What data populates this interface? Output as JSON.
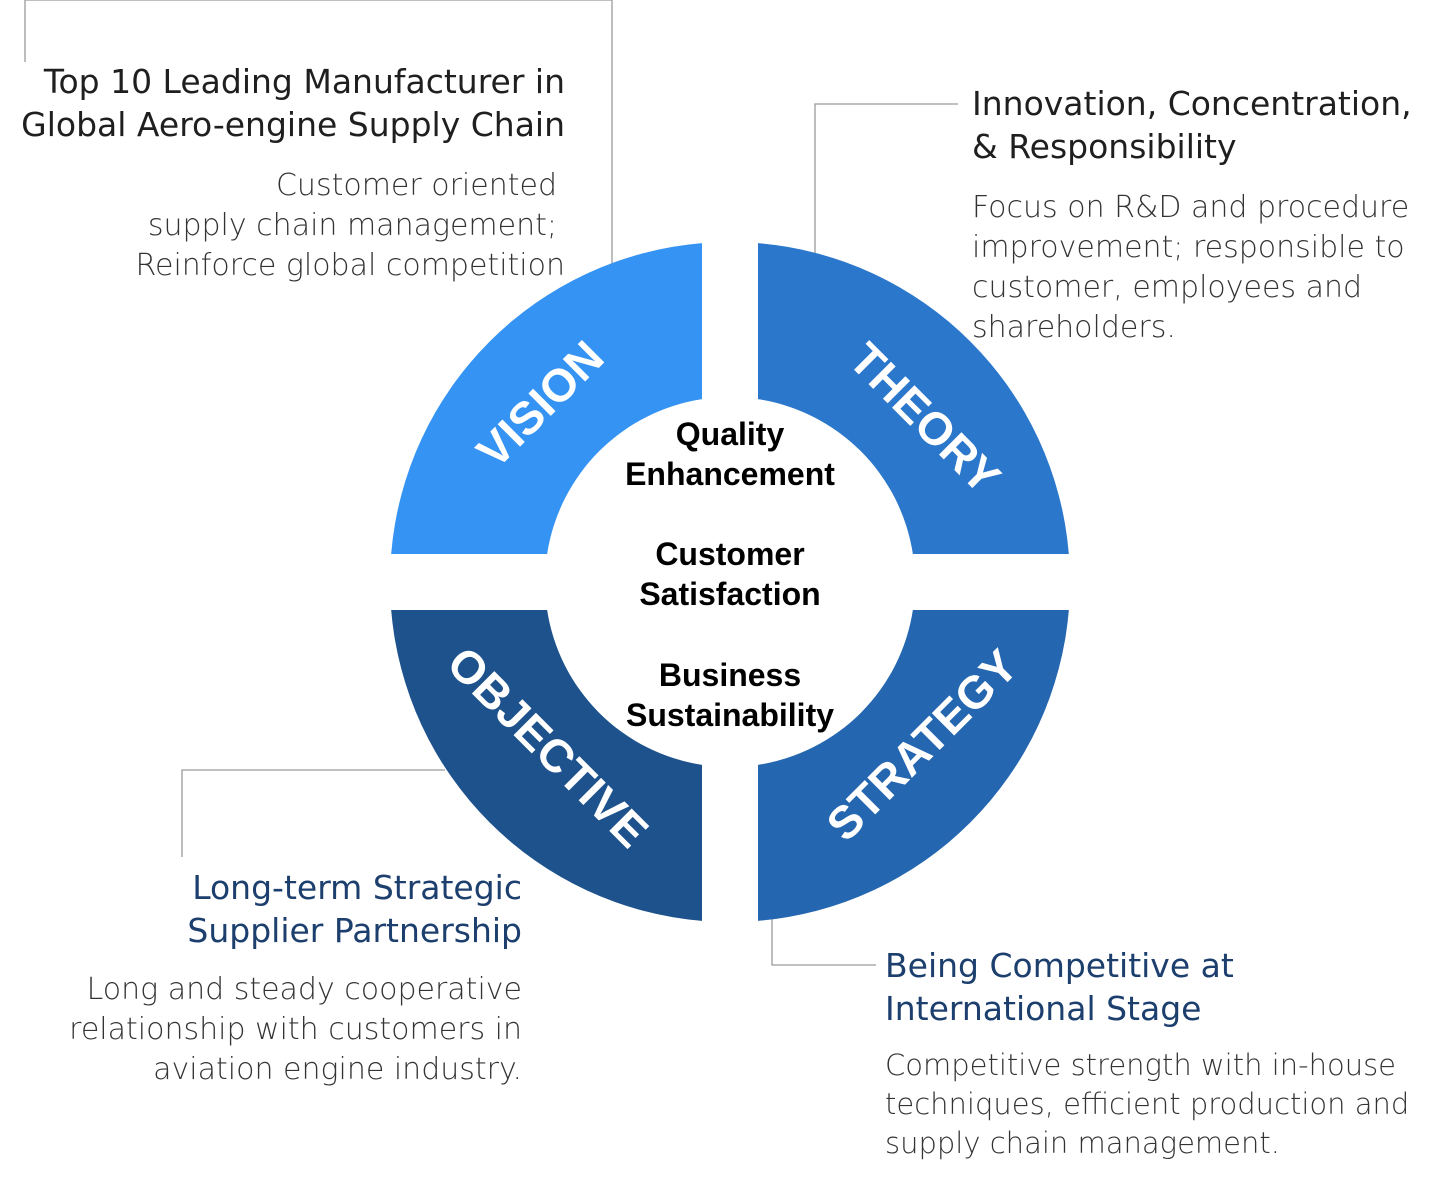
{
  "colors": {
    "vision": "#3593F3",
    "theory": "#2B77CC",
    "strategy": "#2466B0",
    "objective": "#1D528C",
    "connector": "#9a9a9a"
  },
  "segments": {
    "vision": "VISION",
    "theory": "THEORY",
    "strategy": "STRATEGY",
    "objective": "OBJECTIVE"
  },
  "center": {
    "items": [
      [
        "Quality",
        "Enhancement"
      ],
      [
        "Customer",
        "Satisfaction"
      ],
      [
        "Business",
        "Sustainability"
      ]
    ]
  },
  "blocks": {
    "vision": {
      "title": [
        "Top 10 Leading Manufacturer in",
        "Global Aero-engine Supply Chain"
      ],
      "desc": [
        "Customer oriented",
        "supply chain management;",
        "Reinforce global competition"
      ]
    },
    "theory": {
      "title": [
        "Innovation, Concentration,",
        "& Responsibility"
      ],
      "desc": [
        "Focus on R&D and procedure",
        "improvement; responsible to",
        "customer, employees and",
        "shareholders."
      ]
    },
    "objective": {
      "title": [
        "Long-term Strategic",
        "Supplier Partnership"
      ],
      "desc": [
        "Long and steady cooperative",
        "relationship with customers in",
        "aviation engine industry."
      ]
    },
    "strategy": {
      "title": [
        "Being Competitive at",
        "International Stage"
      ],
      "desc": [
        "Competitive strength with in-house",
        "techniques, efficient production and",
        "supply chain management."
      ]
    }
  }
}
